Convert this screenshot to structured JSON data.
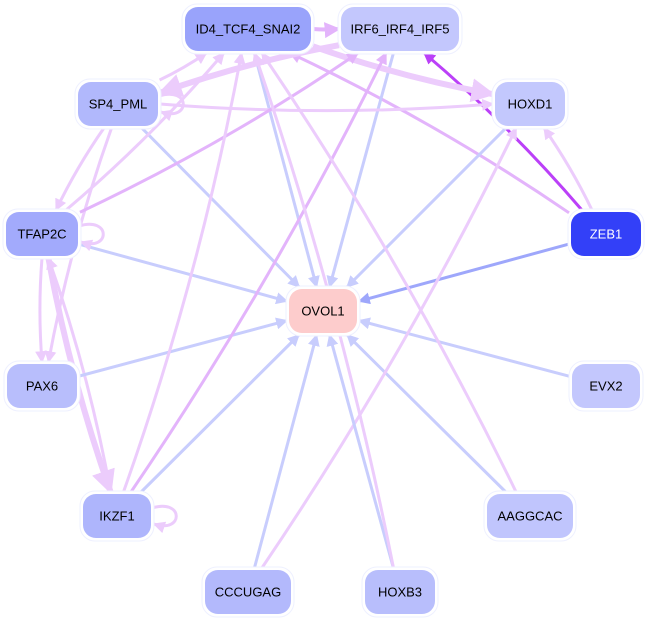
{
  "title": "Gene regulatory network around OVOL1",
  "nodes": [
    {
      "id": "ID4_TCF4_SNAI2",
      "label": "ID4_TCF4_SNAI2",
      "fill": "#99a3fb",
      "text": "#000000"
    },
    {
      "id": "IRF6_IRF4_IRF5",
      "label": "IRF6_IRF4_IRF5",
      "fill": "#c3c7fd",
      "text": "#000000"
    },
    {
      "id": "SP4_PML",
      "label": "SP4_PML",
      "fill": "#b1b8fc",
      "text": "#000000"
    },
    {
      "id": "HOXD1",
      "label": "HOXD1",
      "fill": "#c3c8fd",
      "text": "#000000"
    },
    {
      "id": "TFAP2C",
      "label": "TFAP2C",
      "fill": "#a2aafc",
      "text": "#000000"
    },
    {
      "id": "ZEB1",
      "label": "ZEB1",
      "fill": "#3340f8",
      "text": "#ffffff"
    },
    {
      "id": "OVOL1",
      "label": "OVOL1",
      "fill": "#fdcccc",
      "text": "#000000"
    },
    {
      "id": "PAX6",
      "label": "PAX6",
      "fill": "#b8befc",
      "text": "#000000"
    },
    {
      "id": "EVX2",
      "label": "EVX2",
      "fill": "#c3c7fd",
      "text": "#000000"
    },
    {
      "id": "IKZF1",
      "label": "IKZF1",
      "fill": "#aeb5fc",
      "text": "#000000"
    },
    {
      "id": "AAGGCAC",
      "label": "AAGGCAC",
      "fill": "#c0c5fd",
      "text": "#000000"
    },
    {
      "id": "CCCUGAG",
      "label": "CCCUGAG",
      "fill": "#b3b9fc",
      "text": "#000000"
    },
    {
      "id": "HOXB3",
      "label": "HOXB3",
      "fill": "#b8befc",
      "text": "#000000"
    }
  ],
  "edge_colors": {
    "blue": "#c8cdfd",
    "blue_strong": "#9ea7fb",
    "pink": "#ecccfc",
    "pink_mid": "#e3b4fb",
    "purple_strong": "#bb40f8"
  },
  "edges": [
    {
      "from": "ZEB1",
      "to": "OVOL1",
      "color": "blue_strong",
      "weight": 3
    },
    {
      "from": "ZEB1",
      "to": "IRF6_IRF4_IRF5",
      "color": "purple_strong",
      "weight": 3
    },
    {
      "from": "ZEB1",
      "to": "HOXD1",
      "color": "pink",
      "weight": 3
    },
    {
      "from": "ZEB1",
      "to": "ID4_TCF4_SNAI2",
      "color": "pink_mid",
      "weight": 3
    },
    {
      "from": "ID4_TCF4_SNAI2",
      "to": "OVOL1",
      "color": "blue",
      "weight": 3
    },
    {
      "from": "ID4_TCF4_SNAI2",
      "to": "IRF6_IRF4_IRF5",
      "color": "pink_mid",
      "weight": 4
    },
    {
      "from": "IRF6_IRF4_IRF5",
      "to": "OVOL1",
      "color": "blue",
      "weight": 3
    },
    {
      "from": "IRF6_IRF4_IRF5",
      "to": "SP4_PML",
      "color": "pink",
      "weight": 6
    },
    {
      "from": "SP4_PML",
      "to": "OVOL1",
      "color": "blue",
      "weight": 3
    },
    {
      "from": "SP4_PML",
      "to": "HOXD1",
      "color": "pink",
      "weight": 3
    },
    {
      "from": "SP4_PML",
      "to": "ID4_TCF4_SNAI2",
      "color": "pink",
      "weight": 3
    },
    {
      "from": "SP4_PML",
      "to": "TFAP2C",
      "color": "pink",
      "weight": 3
    },
    {
      "from": "SP4_PML",
      "to": "PAX6",
      "color": "pink",
      "weight": 3
    },
    {
      "from": "SP4_PML",
      "to": "SP4_PML",
      "color": "pink",
      "weight": 3
    },
    {
      "from": "ID4_TCF4_SNAI2",
      "to": "HOXD1",
      "color": "pink",
      "weight": 6
    },
    {
      "from": "HOXD1",
      "to": "OVOL1",
      "color": "blue",
      "weight": 3
    },
    {
      "from": "TFAP2C",
      "to": "OVOL1",
      "color": "blue",
      "weight": 3
    },
    {
      "from": "TFAP2C",
      "to": "ID4_TCF4_SNAI2",
      "color": "pink",
      "weight": 3
    },
    {
      "from": "TFAP2C",
      "to": "IRF6_IRF4_IRF5",
      "color": "pink_mid",
      "weight": 3
    },
    {
      "from": "TFAP2C",
      "to": "PAX6",
      "color": "pink",
      "weight": 3
    },
    {
      "from": "TFAP2C",
      "to": "IKZF1",
      "color": "pink",
      "weight": 6
    },
    {
      "from": "IKZF1",
      "to": "TFAP2C",
      "color": "pink",
      "weight": 3
    },
    {
      "from": "TFAP2C",
      "to": "TFAP2C",
      "color": "pink",
      "weight": 3
    },
    {
      "from": "PAX6",
      "to": "OVOL1",
      "color": "blue",
      "weight": 3
    },
    {
      "from": "EVX2",
      "to": "OVOL1",
      "color": "blue",
      "weight": 3
    },
    {
      "from": "IKZF1",
      "to": "OVOL1",
      "color": "blue",
      "weight": 3
    },
    {
      "from": "IKZF1",
      "to": "ID4_TCF4_SNAI2",
      "color": "pink",
      "weight": 3
    },
    {
      "from": "IKZF1",
      "to": "IRF6_IRF4_IRF5",
      "color": "pink_mid",
      "weight": 3
    },
    {
      "from": "IKZF1",
      "to": "IKZF1",
      "color": "pink",
      "weight": 3
    },
    {
      "from": "AAGGCAC",
      "to": "OVOL1",
      "color": "blue",
      "weight": 3
    },
    {
      "from": "AAGGCAC",
      "to": "ID4_TCF4_SNAI2",
      "color": "pink",
      "weight": 3
    },
    {
      "from": "CCCUGAG",
      "to": "OVOL1",
      "color": "blue",
      "weight": 3
    },
    {
      "from": "CCCUGAG",
      "to": "HOXD1",
      "color": "pink",
      "weight": 3
    },
    {
      "from": "HOXB3",
      "to": "OVOL1",
      "color": "blue",
      "weight": 3
    },
    {
      "from": "HOXB3",
      "to": "ID4_TCF4_SNAI2",
      "color": "pink",
      "weight": 3
    }
  ]
}
